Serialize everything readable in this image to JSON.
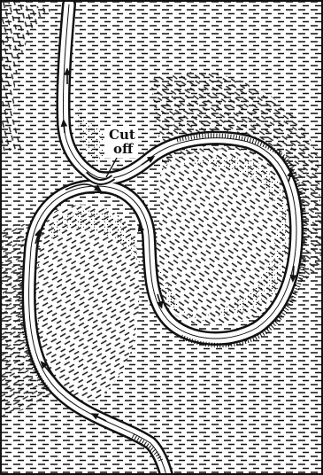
{
  "figure": {
    "label_line1": "Cut",
    "label_line2": "off"
  },
  "colors": {
    "ink": "#111111",
    "paper": "#ffffff",
    "water": "#ffffff"
  },
  "icons": {
    "flow_arrow": "arrowhead",
    "land_texture": "dash-hatching",
    "sandbar": "stipple-dots",
    "cut_bank": "tick-hachures"
  }
}
